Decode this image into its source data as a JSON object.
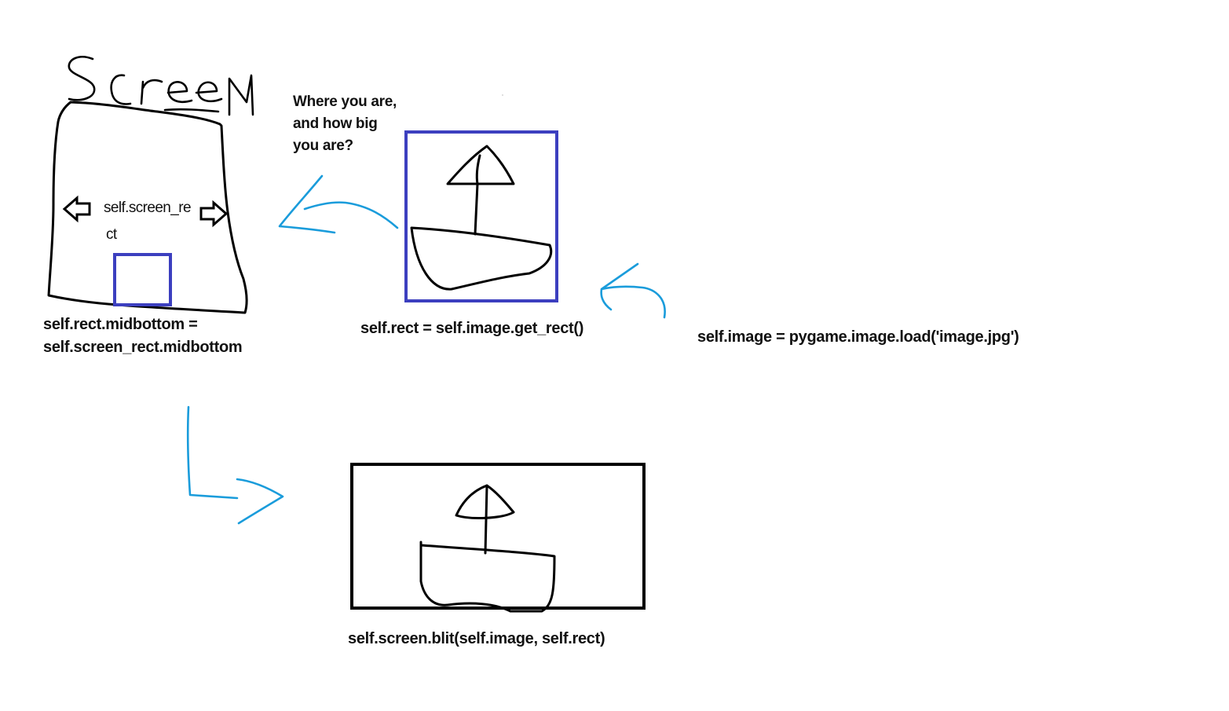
{
  "screen_title": "ScreeN",
  "labels": {
    "screen_rect_line1": "self.screen_re",
    "screen_rect_line2": "ct",
    "midbottom_line1": "self.rect.midbottom =",
    "midbottom_line2": "self.screen_rect.midbottom",
    "question_line1": "Where you are,",
    "question_line2": "and how big",
    "question_line3": "you are?",
    "get_rect": "self.rect = self.image.get_rect()",
    "image_load": "self.image = pygame.image.load('image.jpg')",
    "blit": "self.screen.blit(self.image, self.rect)"
  },
  "colors": {
    "ink": "#000000",
    "rect_frame": "#3c3fbf",
    "arrow": "#1a9cdb",
    "background": "#ffffff"
  },
  "icons": [
    "hand-drawn-boat",
    "left-arrow-icon",
    "right-arrow-icon",
    "curved-arrow"
  ]
}
